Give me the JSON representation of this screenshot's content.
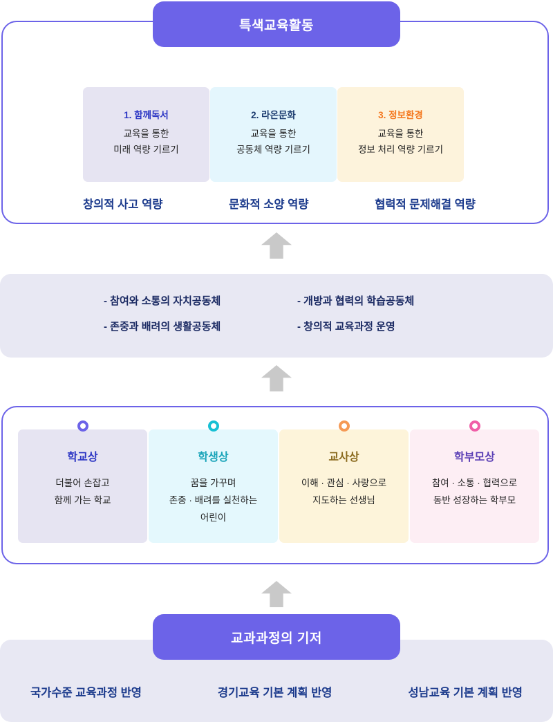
{
  "sections": {
    "activities": {
      "pill_label": "특색교육활동",
      "cards": [
        {
          "title": "1. 함께독서",
          "line1": "교육을 통한",
          "line2": "미래 역량 기르기",
          "bg": "#e6e4f2",
          "title_color": "#2b35c4",
          "dot_color": ""
        },
        {
          "title": "2. 라온문화",
          "line1": "교육을 통한",
          "line2": "공동체 역량 기르기",
          "bg": "#e4f6fd",
          "title_color": "#1a3a6e",
          "dot_color": ""
        },
        {
          "title": "3. 정보환경",
          "line1": "교육을 통한",
          "line2": "정보 처리 역량 기르기",
          "bg": "#fdf3dc",
          "title_color": "#f4761c",
          "dot_color": ""
        }
      ],
      "competencies": [
        "창의적 사고 역량",
        "문화적 소양 역량",
        "협력적 문제해결 역량"
      ]
    },
    "community": {
      "items": [
        "- 참여와 소통의 자치공동체",
        "- 개방과 협력의 학습공동체",
        "- 존중과 배려의 생활공동체",
        "- 창의적 교육과정 운영"
      ]
    },
    "roles": {
      "cards": [
        {
          "title": "학교상",
          "line1": "더불어 손잡고",
          "line2": "함께 가는 학교",
          "line3": "",
          "bg": "#e6e4f2",
          "title_color": "#2b35c4",
          "dot_color": "#6c63e8"
        },
        {
          "title": "학생상",
          "line1": "꿈을 가꾸며",
          "line2": "존중 · 배려를 실천하는",
          "line3": "어린이",
          "bg": "#e4f8fd",
          "title_color": "#17a3b8",
          "dot_color": "#18c0d4"
        },
        {
          "title": "교사상",
          "line1": "이해 · 관심 · 사랑으로",
          "line2": "지도하는 선생님",
          "line3": "",
          "bg": "#fdf4da",
          "title_color": "#8a6a1e",
          "dot_color": "#f59a56"
        },
        {
          "title": "학부모상",
          "line1": "참여 · 소통 · 협력으로",
          "line2": "동반 성장하는 학부모",
          "line3": "",
          "bg": "#fdeef4",
          "title_color": "#5b3fb5",
          "dot_color": "#f05fa8"
        }
      ]
    },
    "base": {
      "pill_label": "교과과정의 기저",
      "items": [
        "국가수준 교육과정 반영",
        "경기교육 기본 계획 반영",
        "성남교육 기본 계획 반영"
      ]
    }
  },
  "arrows": {
    "icon": "arrow-up-icon",
    "color": "#c9c9c9",
    "count": 3
  },
  "theme": {
    "accent": "#6c63e8",
    "panel_bg": "#e8e8f3",
    "border": "#6c63e8",
    "heading_navy": "#1b3a8c"
  }
}
